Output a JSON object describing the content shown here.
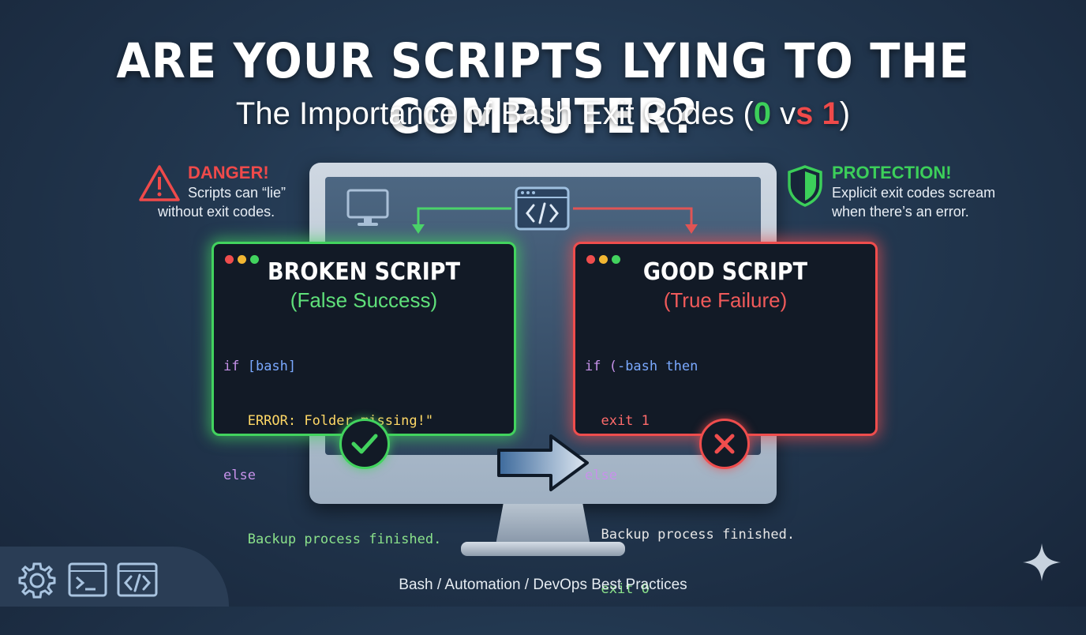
{
  "title": "ARE YOUR SCRIPTS LYING TO THE COMPUTER?",
  "subtitle": {
    "prefix": "The Importance of Bash Exit Codes (",
    "zero": "0",
    "v": " v",
    "s": "s",
    "one": " 1",
    "suffix": ")"
  },
  "danger": {
    "heading": "DANGER!",
    "line1": "Scripts can “lie”",
    "line2": "without exit codes."
  },
  "protection": {
    "heading": "PROTECTION!",
    "line1": "Explicit exit codes scream",
    "line2": "when there’s an error."
  },
  "broken_card": {
    "title": "BROKEN SCRIPT",
    "subtitle": "(False Success)",
    "code": {
      "l1_kw": "if ",
      "l1_br": "[bash]",
      "l2": "   ERROR: Folder missing!\"",
      "l3": "else",
      "l4": "   Backup process finished."
    }
  },
  "good_card": {
    "title": "GOOD SCRIPT",
    "subtitle": "(True Failure)",
    "code": {
      "l1_kw": "if (",
      "l1_br": "-bash then",
      "l2": "  exit 1",
      "l3": "else",
      "l4": "  Backup process finished.",
      "l5": "  exit 0"
    }
  },
  "footer": "Bash / Automation / DevOps Best Practices",
  "colors": {
    "success": "#42d35e",
    "failure": "#ef4d4d",
    "background": "#22374f"
  },
  "icons": [
    "warning-triangle-icon",
    "shield-icon",
    "desktop-icon",
    "code-window-icon",
    "check-icon",
    "x-icon",
    "arrow-right-icon",
    "gear-icon",
    "terminal-icon",
    "code-icon",
    "sparkle-icon"
  ]
}
